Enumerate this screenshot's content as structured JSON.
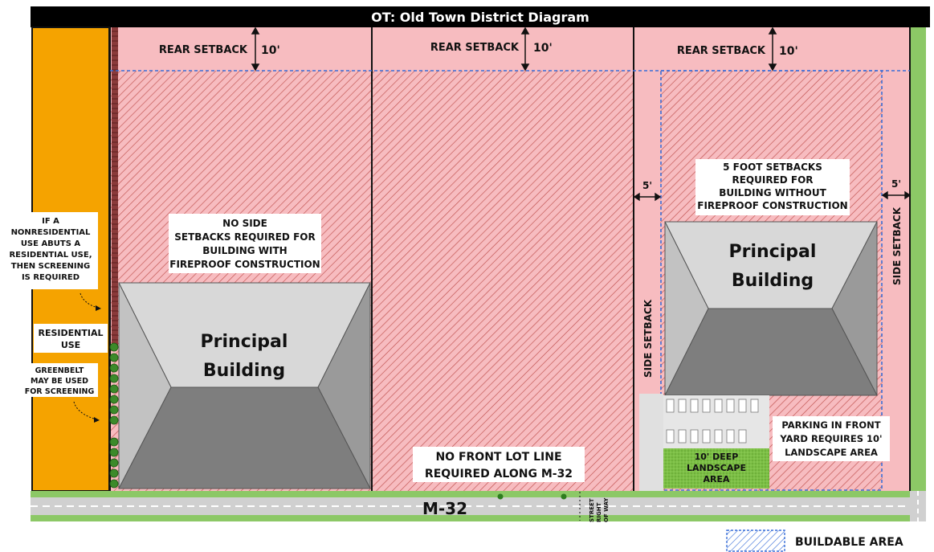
{
  "title": "OT: Old Town District Diagram",
  "rear_setbacks": [
    {
      "label": "REAR SETBACK",
      "value": "10'"
    },
    {
      "label": "REAR SETBACK",
      "value": "10'"
    },
    {
      "label": "REAR SETBACK",
      "value": "10'"
    }
  ],
  "notes": {
    "screening": [
      "IF A",
      "NONRESIDENTIAL",
      "USE ABUTS A",
      "RESIDENTIAL USE,",
      "THEN SCREENING",
      "IS REQUIRED"
    ],
    "residential_use": [
      "RESIDENTIAL",
      "USE"
    ],
    "greenbelt": [
      "GREENBELT",
      "MAY BE USED",
      "FOR SCREENING"
    ],
    "no_side_setbacks": [
      "NO SIDE",
      "SETBACKS REQUIRED FOR",
      "BUILDING WITH",
      "FIREPROOF CONSTRUCTION"
    ],
    "five_foot": [
      "5 FOOT SETBACKS",
      "REQUIRED FOR",
      "BUILDING WITHOUT",
      "FIREPROOF CONSTRUCTION"
    ],
    "no_front_lot_line": [
      "NO FRONT LOT LINE",
      "REQUIRED ALONG M-32"
    ],
    "parking": [
      "PARKING IN FRONT",
      "YARD REQUIRES 10'",
      "LANDSCAPE AREA"
    ],
    "landscape": [
      "10' DEEP",
      "LANDSCAPE",
      "AREA"
    ]
  },
  "side_setback": {
    "label": "SIDE SETBACK",
    "value": "5'"
  },
  "buildings": [
    {
      "line1": "Principal",
      "line2": "Building"
    },
    {
      "line1": "Principal",
      "line2": "Building"
    }
  ],
  "road": {
    "name": "M-32",
    "row_label": [
      "STREET",
      "RIGHT",
      "OF WAY"
    ]
  },
  "legend": {
    "label": "BUILDABLE AREA"
  },
  "colors": {
    "title_bar": "#000000",
    "residential": "#f5a300",
    "lot_pink": "#f7bcc0",
    "hatch": "#c0504d",
    "buildable_border": "#3a6fd8",
    "building_light": "#d4d4d4",
    "building_mid": "#b0b0b0",
    "building_dark": "#8a8a8a",
    "road": "#d0d0d0",
    "grass": "#8cc866",
    "landscape": "#7cbf45"
  }
}
